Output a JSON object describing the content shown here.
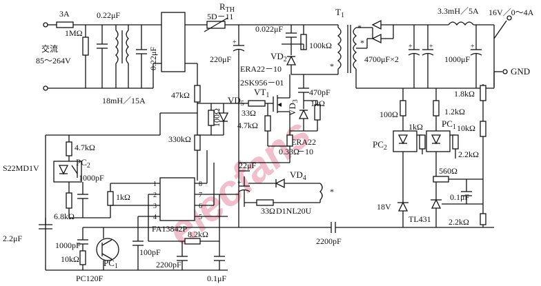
{
  "labels": {
    "fuse": "3A",
    "c_in1": "0.22μF",
    "r_1m": "1MΩ",
    "ac_in": "交流",
    "ac_range": "85～264V",
    "c_in2": "0.22μF",
    "choke": "18mH／15A",
    "rth": "R",
    "rth_sub": "TH",
    "rth_part": "5D－11",
    "c_bulk": "220μF",
    "c_snub": "0.022μF",
    "r_snub": "100kΩ",
    "vd2": "VD",
    "vd2_sub": "2",
    "era1": "ERA22－10",
    "mosfet_part": "2SK956－01",
    "vt1": "VT",
    "vt1_sub": "1",
    "c_470p": "470pF",
    "r_1k_gate": "1kΩ",
    "vd3": "VD",
    "vd3_sub": "3",
    "era2a": "ERA22",
    "era2b": "－10",
    "r_47k": "47kΩ",
    "r_100": "100Ω",
    "vd5": "VD",
    "vd5_sub": "5",
    "r_33_gate": "33Ω",
    "r_4k7_gate": "4.7kΩ",
    "r_330k": "330kΩ",
    "r_0_33": "0.33Ω",
    "r_4k7_pc": "4.7kΩ",
    "zener_s22": "S22MD1V",
    "pc2": "PC",
    "pc2_sub": "2",
    "c_1000p": "1000pF",
    "r_1k_ic": "1kΩ",
    "r_6k8": "6.8kΩ",
    "c_2_2": "2.2μF",
    "c_1000p_b": "1000pF",
    "r_10k_b": "10kΩ",
    "pc1_b": "PC",
    "pc1_b_sub": "1",
    "pc120f": "PC120F",
    "ic_part": "FA13842P",
    "c_22u": "22μF",
    "vd4": "VD",
    "vd4_sub": "4",
    "r_33_aux": "33Ω",
    "d1nl": "D1NL20U",
    "r_8k2": "8.2kΩ",
    "c_100p": "100pF",
    "c_2200p_s": "2200pF",
    "c_0_1u": "0.1μF",
    "c_2200p": "2200pF",
    "t1": "T",
    "t1_sub": "1",
    "c_4700": "4700μF×2",
    "l_out": "3.3mH／5A",
    "c_1000u": "1000μF",
    "v_out": "16V／0～4A",
    "gnd": "GND",
    "r_1k8": "1.8kΩ",
    "r_100_out": "100Ω",
    "r_1k_out": "1kΩ",
    "r_1k2": "1.2kΩ",
    "pc1": "PC",
    "pc1_sub": "1",
    "r_10k_out": "10kΩ",
    "pc2_out": "PC",
    "pc2_out_sub": "2",
    "r_2k2": "2.2kΩ",
    "r_560": "560Ω",
    "c_0_1u_out": "0.1μF",
    "z_18v": "18V",
    "tl431": "TL431",
    "r_2k2_b": "2.2kΩ",
    "pin1": "1",
    "pin2": "2",
    "pin3": "3",
    "pin4": "4",
    "pin5": "5",
    "pin6": "6",
    "pin7": "7",
    "pin8": "8",
    "plus": "+",
    "star": "*",
    "watermark": "elecfans"
  }
}
